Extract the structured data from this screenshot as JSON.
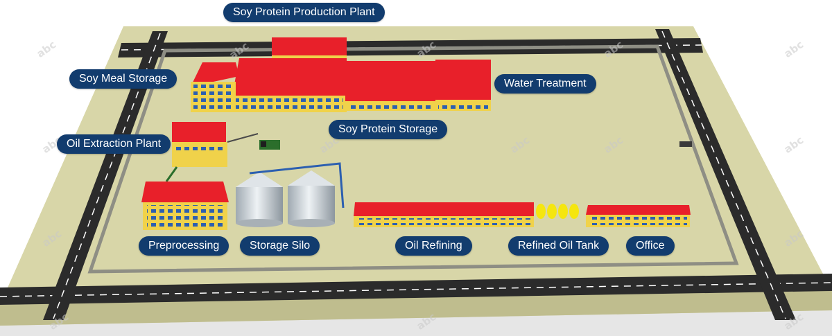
{
  "diagram": {
    "labels": {
      "soy_protein_production_plant": "Soy Protein Production Plant",
      "soy_meal_storage": "Soy Meal Storage",
      "water_treatment": "Water Treatment",
      "soy_protein_storage": "Soy Protein Storage",
      "oil_extraction_plant": "Oil Extraction Plant",
      "preprocessing": "Preprocessing",
      "storage_silo": "Storage Silo",
      "oil_refining": "Oil Refining",
      "refined_oil_tank": "Refined Oil Tank",
      "office": "Office"
    },
    "watermark_text": "abc"
  },
  "colors": {
    "ground": "#d8d6a8",
    "road": "#2b2b2b",
    "road_marking": "#ffffff",
    "roof": "#e8202a",
    "wall": "#f0d24a",
    "window": "#2c5fb0",
    "label_bg": "#123c6e",
    "silo": "#cfd6dc",
    "tank": "#f5e60f"
  }
}
